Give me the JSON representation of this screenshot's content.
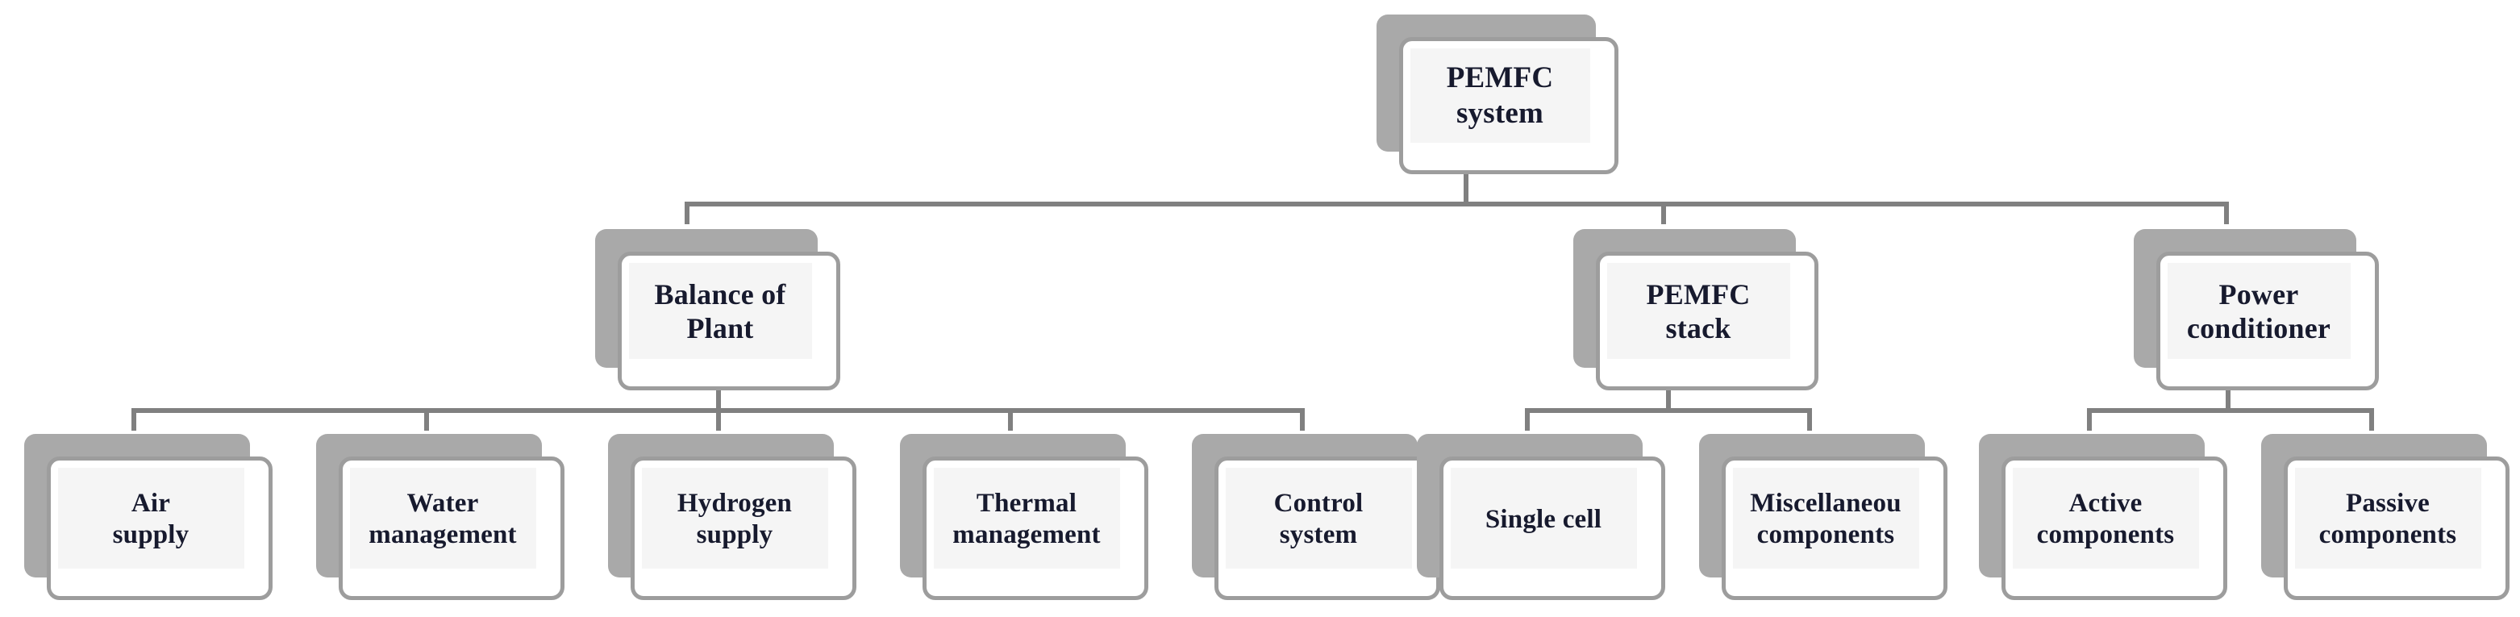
{
  "diagram": {
    "title": "PEMFC system hierarchical breakdown",
    "type": "tree",
    "orientation": "top-down",
    "colors": {
      "background": "#ffffff",
      "box_fill": "#ffffff",
      "box_inner_fill": "#f5f5f5",
      "box_border": "#9d9d9d",
      "box_shadow": "#a9a9a9",
      "connector": "#808080",
      "text": "#171a2e"
    },
    "levels": 3,
    "root": {
      "id": "pemfc-system",
      "label": "PEMFC\nsystem",
      "level": 0
    },
    "level1": [
      {
        "id": "balance-of-plant",
        "label": "Balance of\nPlant",
        "level": 1,
        "child_count": 5
      },
      {
        "id": "pemfc-stack",
        "label": "PEMFC\nstack",
        "level": 1,
        "child_count": 2
      },
      {
        "id": "power-conditioner",
        "label": "Power\nconditioner",
        "level": 1,
        "child_count": 2
      }
    ],
    "level2": {
      "balance_of_plant": [
        {
          "id": "air-supply",
          "label": "Air\nsupply",
          "parent": "balance-of-plant"
        },
        {
          "id": "water-management",
          "label": "Water\nmanagement",
          "parent": "balance-of-plant"
        },
        {
          "id": "hydrogen-supply",
          "label": "Hydrogen\nsupply",
          "parent": "balance-of-plant"
        },
        {
          "id": "thermal-management",
          "label": "Thermal\nmanagement",
          "parent": "balance-of-plant"
        },
        {
          "id": "control-system",
          "label": "Control\nsystem",
          "parent": "balance-of-plant"
        }
      ],
      "pemfc_stack": [
        {
          "id": "single-cell",
          "label": "Single cell",
          "parent": "pemfc-stack"
        },
        {
          "id": "miscellaneous-components",
          "label": "Miscellaneou\ncomponents",
          "parent": "pemfc-stack"
        }
      ],
      "power_conditioner": [
        {
          "id": "active-components",
          "label": "Active\ncomponents",
          "parent": "power-conditioner"
        },
        {
          "id": "passive-components",
          "label": "Passive\ncomponents",
          "parent": "power-conditioner"
        }
      ]
    }
  }
}
